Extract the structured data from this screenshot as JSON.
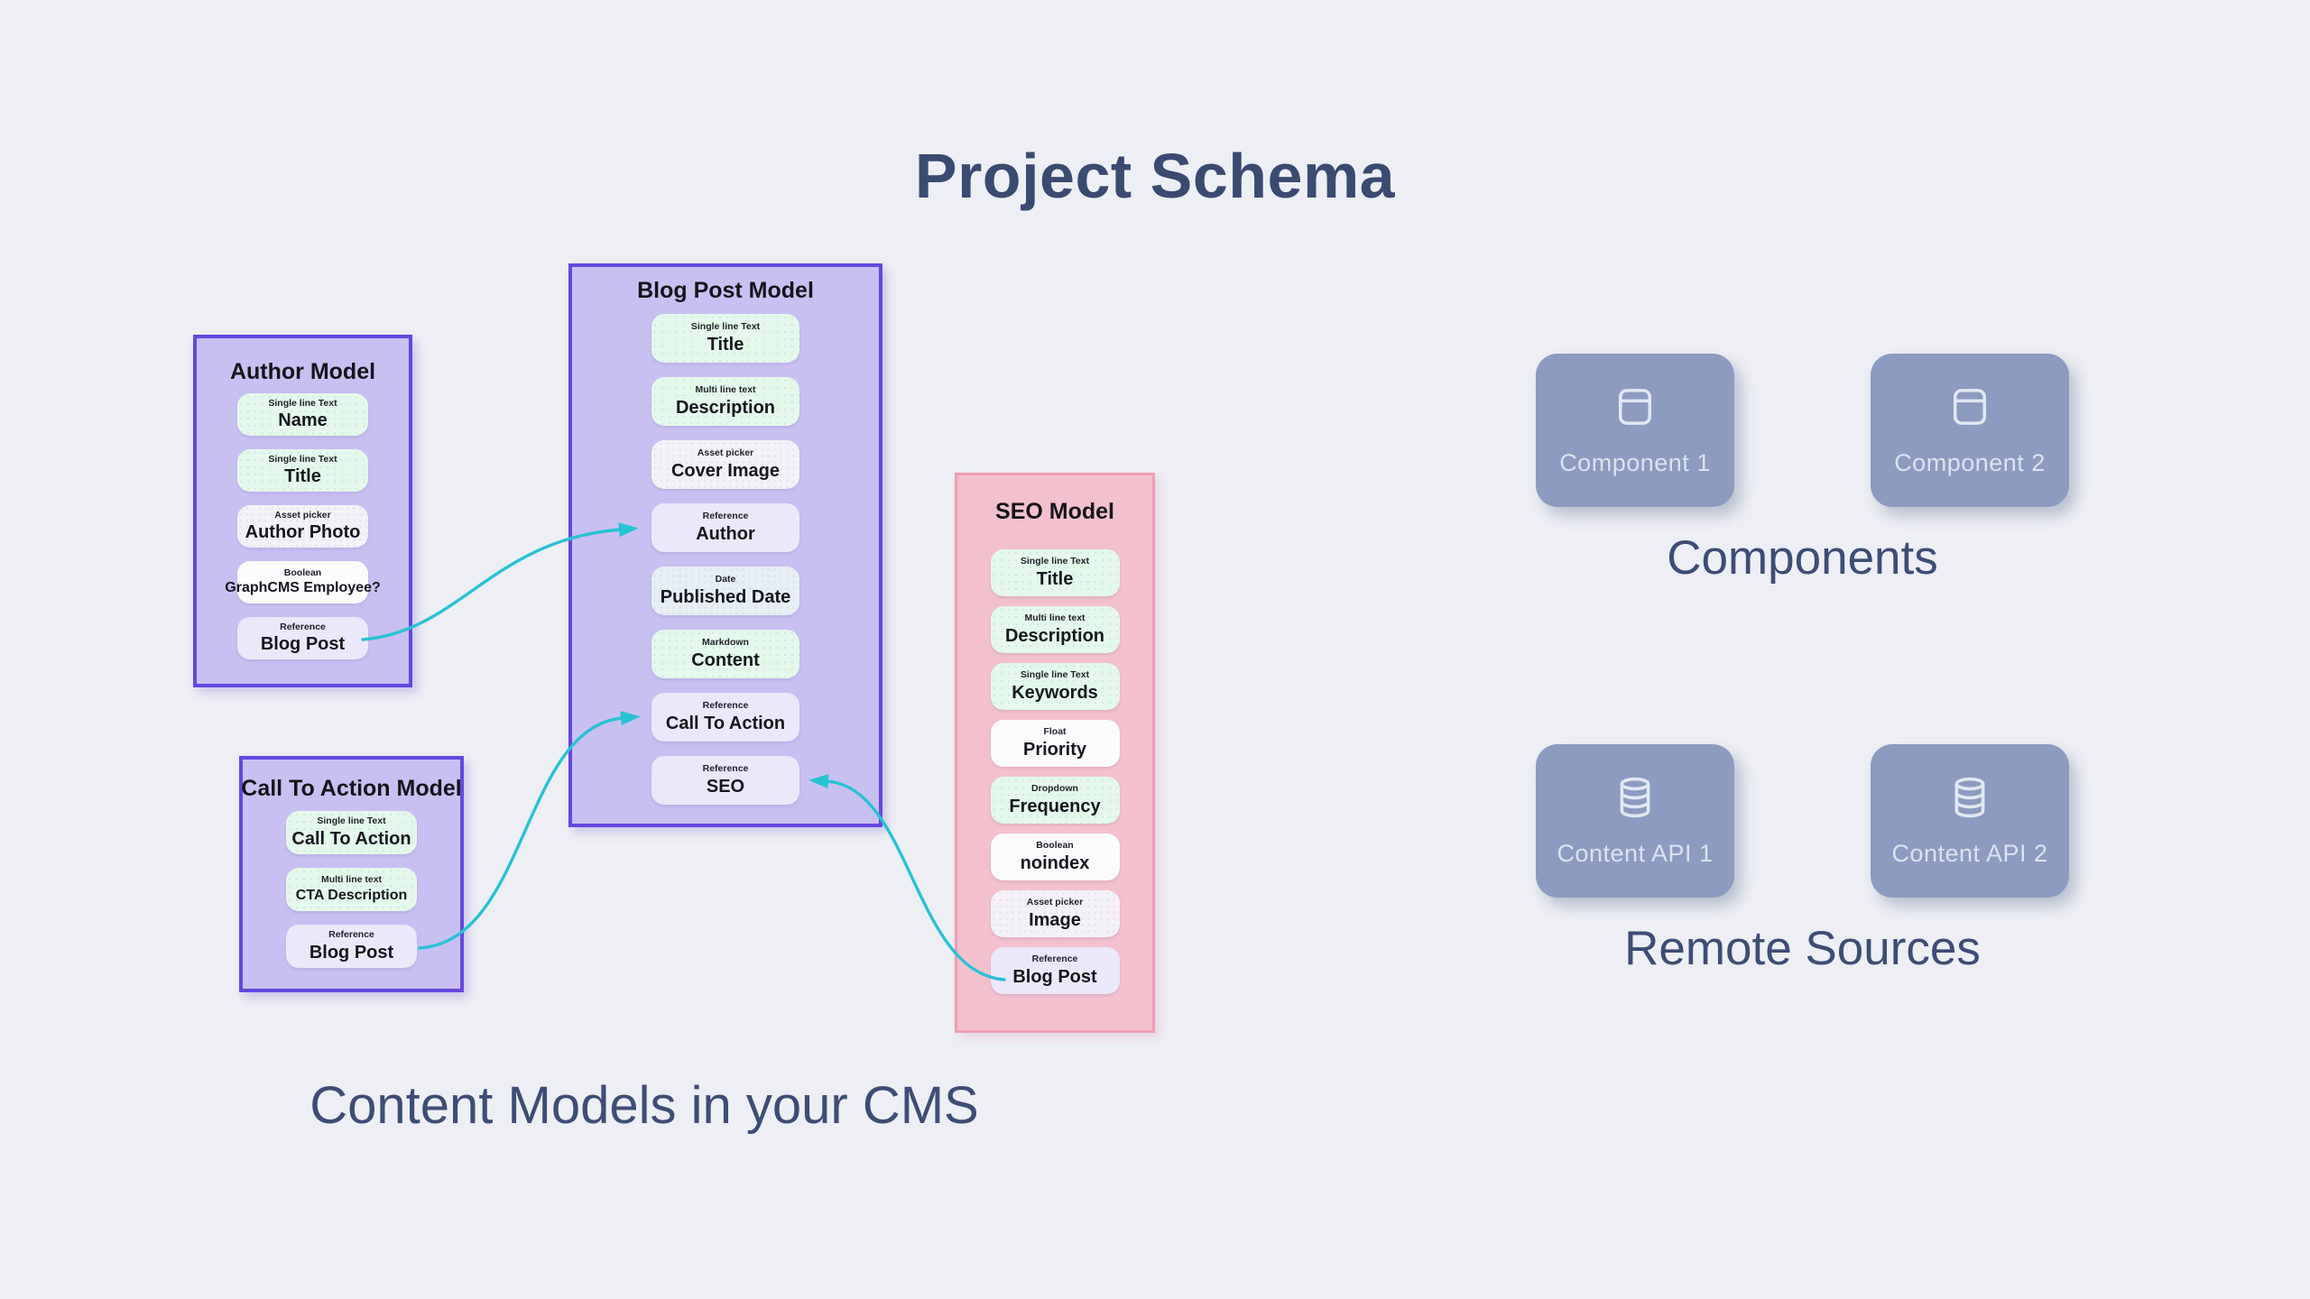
{
  "title": "Project Schema",
  "caption": "Content Models in your CMS",
  "models": [
    {
      "name": "Author Model",
      "theme": "purple",
      "fields": [
        {
          "type": "Single line Text",
          "name": "Name",
          "variant": "mint"
        },
        {
          "type": "Single line Text",
          "name": "Title",
          "variant": "mint"
        },
        {
          "type": "Asset picker",
          "name": "Author Photo",
          "variant": "asset"
        },
        {
          "type": "Boolean",
          "name": "GraphCMS Employee?",
          "variant": "white"
        },
        {
          "type": "Reference",
          "name": "Blog Post",
          "variant": "lavender"
        }
      ]
    },
    {
      "name": "Blog Post Model",
      "theme": "purple",
      "fields": [
        {
          "type": "Single line Text",
          "name": "Title",
          "variant": "mint"
        },
        {
          "type": "Multi line text",
          "name": "Description",
          "variant": "mint"
        },
        {
          "type": "Asset picker",
          "name": "Cover Image",
          "variant": "asset"
        },
        {
          "type": "Reference",
          "name": "Author",
          "variant": "lavender"
        },
        {
          "type": "Date",
          "name": "Published Date",
          "variant": "blue"
        },
        {
          "type": "Markdown",
          "name": "Content",
          "variant": "mint"
        },
        {
          "type": "Reference",
          "name": "Call To Action",
          "variant": "lavender"
        },
        {
          "type": "Reference",
          "name": "SEO",
          "variant": "lavender"
        }
      ]
    },
    {
      "name": "SEO Model",
      "theme": "pink",
      "fields": [
        {
          "type": "Single line Text",
          "name": "Title",
          "variant": "mint"
        },
        {
          "type": "Multi line text",
          "name": "Description",
          "variant": "mint"
        },
        {
          "type": "Single line Text",
          "name": "Keywords",
          "variant": "mint"
        },
        {
          "type": "Float",
          "name": "Priority",
          "variant": "white"
        },
        {
          "type": "Dropdown",
          "name": "Frequency",
          "variant": "mint"
        },
        {
          "type": "Boolean",
          "name": "noindex",
          "variant": "white"
        },
        {
          "type": "Asset picker",
          "name": "Image",
          "variant": "asset"
        },
        {
          "type": "Reference",
          "name": "Blog Post",
          "variant": "lavender"
        }
      ]
    },
    {
      "name": "Call To Action Model",
      "theme": "purple",
      "fields": [
        {
          "type": "Single line Text",
          "name": "Call To Action",
          "variant": "mint"
        },
        {
          "type": "Multi line text",
          "name": "CTA Description",
          "variant": "mint"
        },
        {
          "type": "Reference",
          "name": "Blog Post",
          "variant": "lavender"
        }
      ]
    }
  ],
  "groups": [
    {
      "label": "Components",
      "cards": [
        {
          "label": "Component 1",
          "icon": "component-icon"
        },
        {
          "label": "Component 2",
          "icon": "component-icon"
        }
      ]
    },
    {
      "label": "Remote Sources",
      "cards": [
        {
          "label": "Content API 1",
          "icon": "database-icon"
        },
        {
          "label": "Content API 2",
          "icon": "database-icon"
        }
      ]
    }
  ],
  "connections": [
    {
      "from": "Author Model / Blog Post",
      "to": "Blog Post Model / Author"
    },
    {
      "from": "Call To Action Model / Blog Post",
      "to": "Blog Post Model / Call To Action"
    },
    {
      "from": "SEO Model / Blog Post",
      "to": "Blog Post Model / SEO"
    }
  ],
  "colors": {
    "background": "#edeff4",
    "heading": "#3b4a70",
    "purple_fill": "#c9c0f2",
    "purple_border": "#6448e0",
    "pink_fill": "#f3c1ce",
    "pink_border": "#ee9eb5",
    "mint_field": "#e4f8ec",
    "white_field": "#fbfbfd",
    "lavender_field": "#ebe8f9",
    "asset_field": "#f4f2f8",
    "date_field": "#e7eff5",
    "card_fill": "#8d9bc0",
    "card_text": "#dce2ee",
    "arrow": "#28c2d5"
  }
}
